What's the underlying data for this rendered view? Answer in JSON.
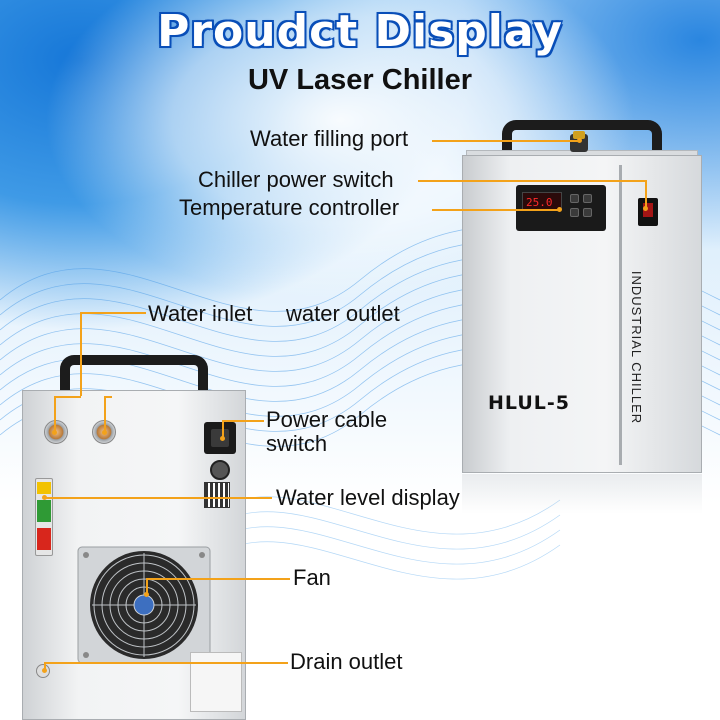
{
  "header": {
    "title": "Proudct Display",
    "subtitle": "UV Laser Chiller"
  },
  "product": {
    "model": "HLUL-5",
    "side_text": "INDUSTRIAL CHILLER",
    "display_reading": "25.0"
  },
  "callouts": {
    "water_filling_port": "Water filling port",
    "chiller_power_switch": "Chiller power switch",
    "temperature_controller": "Temperature controller",
    "water_inlet": "Water inlet",
    "water_outlet": "water outlet",
    "power_cable_line1": "Power cable",
    "power_cable_line2": "switch",
    "water_level_display": "Water level display",
    "fan": "Fan",
    "drain_outlet": "Drain outlet"
  },
  "colors": {
    "leader_line": "#f3a21a",
    "title_outline": "#0a4fb8",
    "background_blue": "#1677d8"
  }
}
